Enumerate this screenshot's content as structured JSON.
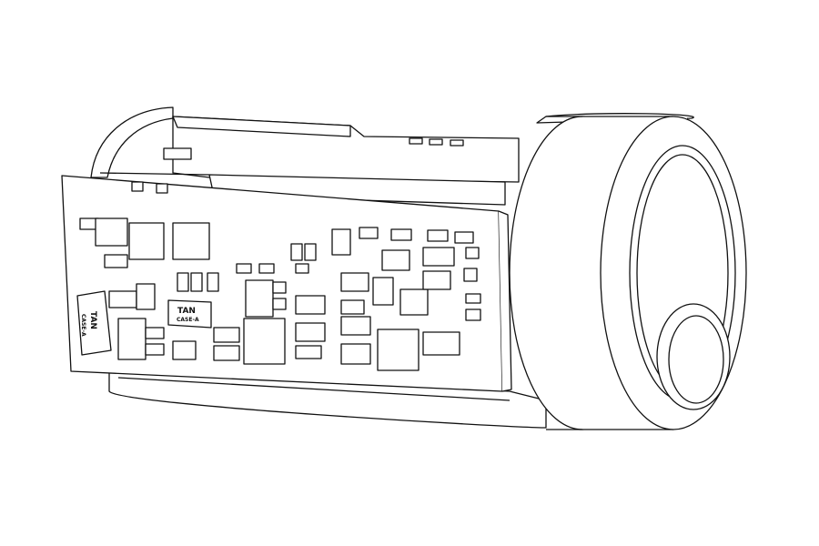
{
  "drawing": {
    "component_labels": [
      {
        "name": "TAN",
        "case": "CASE-A"
      },
      {
        "name": "TAN",
        "case": "CASE-A"
      }
    ]
  }
}
